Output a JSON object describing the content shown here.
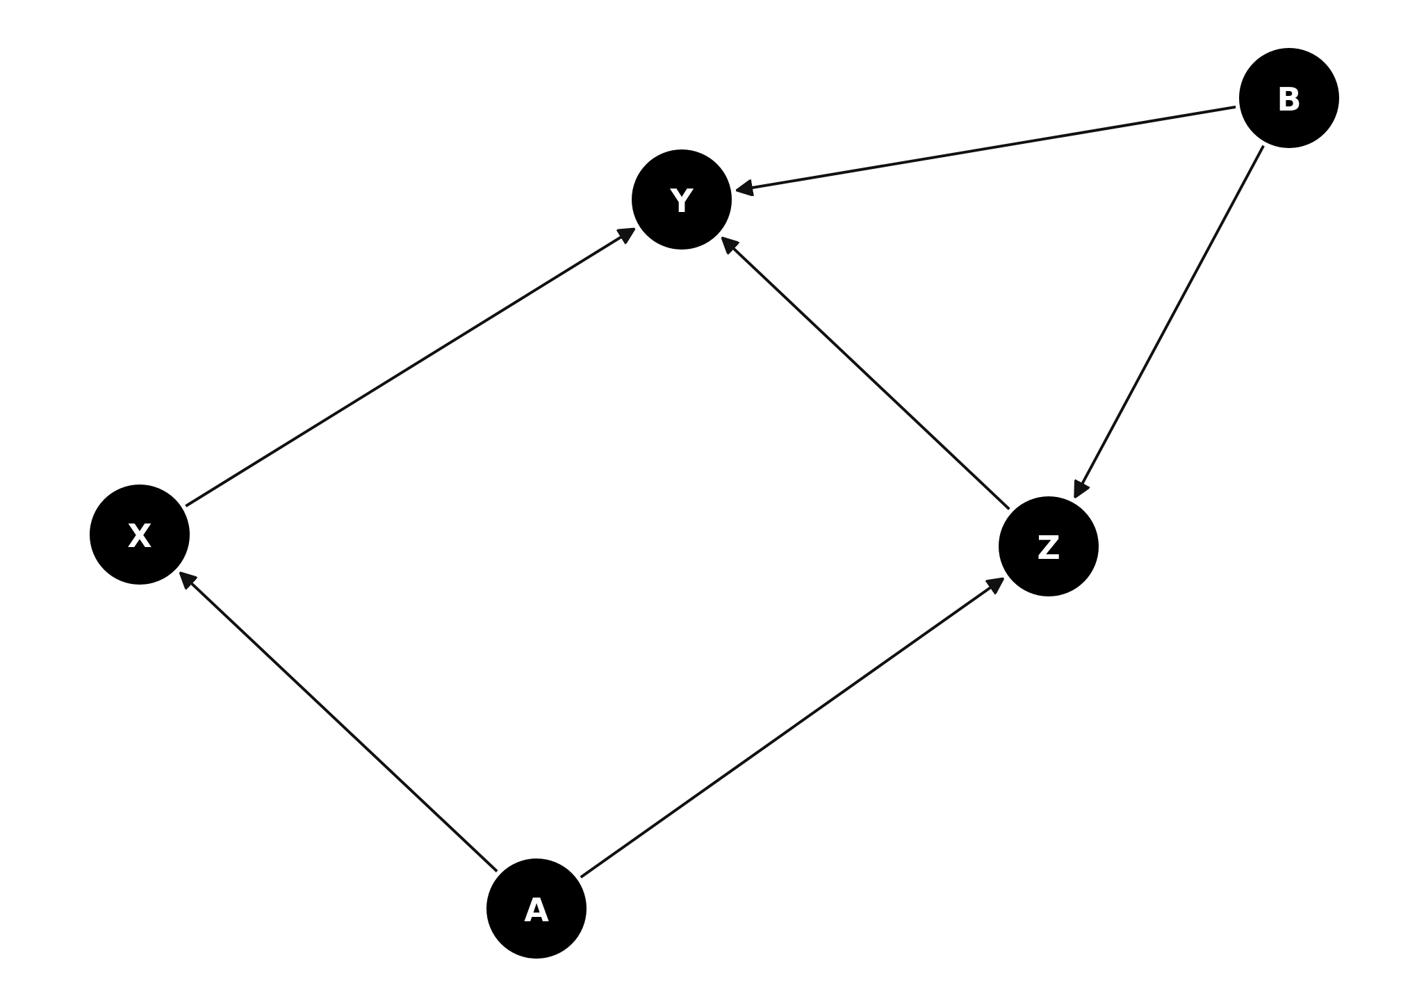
{
  "diagram": {
    "type": "directed-acyclic-graph",
    "node_color": "#000000",
    "label_color": "#ffffff",
    "edge_color": "#111111",
    "nodes": [
      {
        "id": "Y",
        "label": "Y"
      },
      {
        "id": "B",
        "label": "B"
      },
      {
        "id": "X",
        "label": "X"
      },
      {
        "id": "Z",
        "label": "Z"
      },
      {
        "id": "A",
        "label": "A"
      }
    ],
    "edges": [
      {
        "from": "X",
        "to": "Y"
      },
      {
        "from": "Z",
        "to": "Y"
      },
      {
        "from": "B",
        "to": "Y"
      },
      {
        "from": "B",
        "to": "Z"
      },
      {
        "from": "A",
        "to": "X"
      },
      {
        "from": "A",
        "to": "Z"
      }
    ]
  }
}
